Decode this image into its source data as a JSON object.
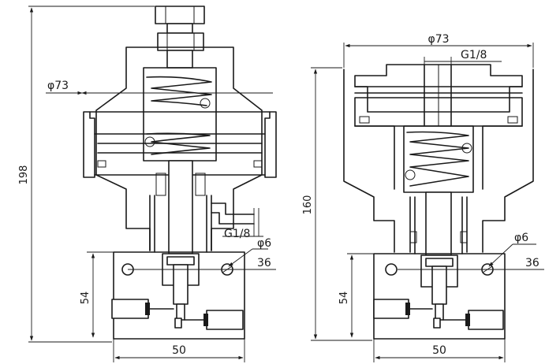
{
  "left_view": {
    "height_total": "198",
    "diameter_body": "φ73",
    "port_thread": "G1/8",
    "hole_diameter": "φ6",
    "hole_spacing": "36",
    "base_height": "54",
    "base_width": "50"
  },
  "right_view": {
    "height_total": "160",
    "diameter_body": "φ73",
    "port_thread": "G1/8",
    "hole_diameter": "φ6",
    "hole_spacing": "36",
    "base_height": "54",
    "base_width": "50"
  }
}
